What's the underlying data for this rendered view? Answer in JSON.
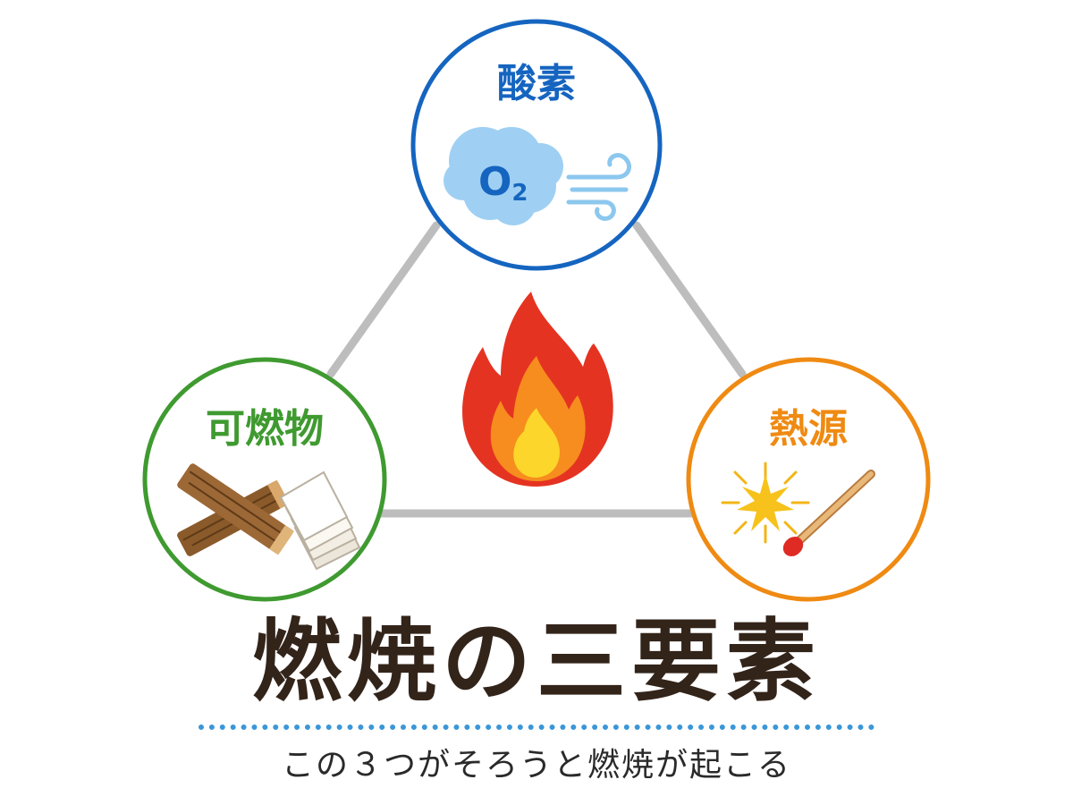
{
  "diagram": {
    "oxygen": {
      "label": "酸素",
      "formula_symbol": "O",
      "formula_subscript": "2",
      "color": "#1565c0",
      "icons": [
        "cloud-icon",
        "wind-icon"
      ]
    },
    "fuel": {
      "label": "可燃物",
      "color": "#3f9a30",
      "icons": [
        "wood-planks-icon",
        "paper-sheets-icon"
      ]
    },
    "heat": {
      "label": "熱源",
      "color": "#ef8a12",
      "icons": [
        "spark-icon",
        "match-icon"
      ]
    },
    "center_icon": "fire-icon",
    "connector_color": "#bdbdbd"
  },
  "title": "燃焼の三要素",
  "subtitle": "この３つがそろうと燃焼が起こる",
  "colors": {
    "title": "#33241a",
    "dotted_rule": "#3a96d8"
  }
}
